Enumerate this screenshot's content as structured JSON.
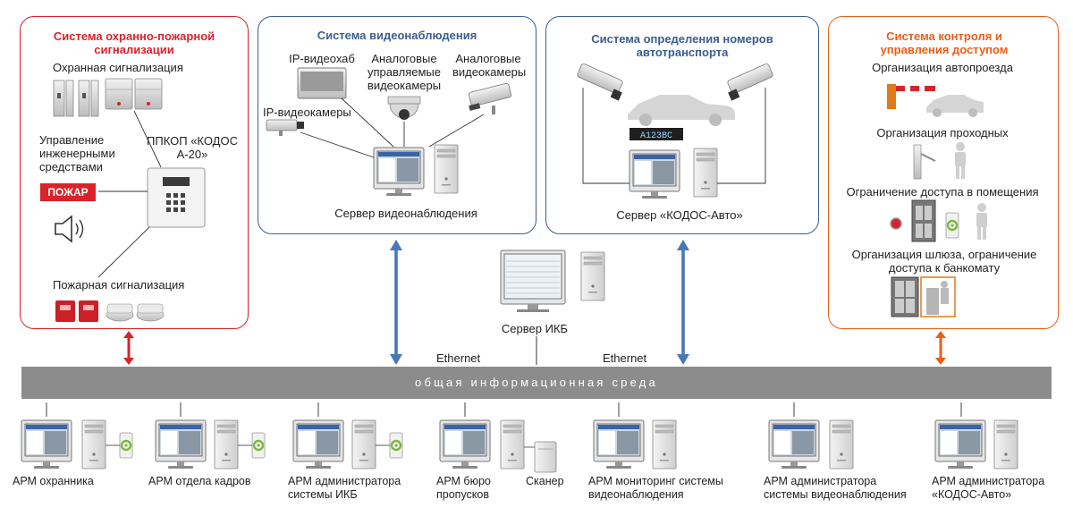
{
  "colors": {
    "red": "#d8232a",
    "blue": "#3b5e8f",
    "orange": "#e85f17",
    "bus": "#8c8c8c",
    "arrow_blue": "#4a78b5"
  },
  "fire_panel": {
    "title": "Система охранно-пожарной сигнализации",
    "security_alarm": "Охранная сигнализация",
    "engineering": "Управление инженерными средствами",
    "controller": "ППКОП «КОДОС А-20»",
    "fire_button": "ПОЖАР",
    "fire_alarm": "Пожарная сигнализация",
    "icons": [
      "door-sensor-icon",
      "motion-sensor-icon",
      "siren-speaker-icon",
      "fire-detector-icon",
      "smoke-detector-icon",
      "controller-box-icon"
    ]
  },
  "video_panel": {
    "title": "Система видеонаблюдения",
    "ip_hub": "IP-видеохаб",
    "ptz_cameras": "Аналоговые управляемые видеокамеры",
    "analog_cameras": "Аналоговые видеокамеры",
    "ip_cameras": "IP-видеокамеры",
    "server": "Сервер видеонаблюдения"
  },
  "lpr_panel": {
    "title": "Система определения номеров автотранспорта",
    "server": "Сервер «КОДОС-Авто»",
    "plate_display": "A123BC"
  },
  "access_panel": {
    "title": "Система контроля и управления доступом",
    "vehicle_entry": "Организация автопроезда",
    "turnstiles": "Организация проходных",
    "room_access": "Ограничение доступа в помещения",
    "gateway": "Организация шлюза, ограничение доступа к банкомату"
  },
  "center": {
    "ikb_server": "Сервер ИКБ",
    "ethernet_left": "Ethernet",
    "ethernet_right": "Ethernet"
  },
  "bus": {
    "label": "общая информационная среда"
  },
  "workstations": [
    {
      "label": "АРМ охранника",
      "reader": true
    },
    {
      "label": "АРМ отдела кадров",
      "reader": true
    },
    {
      "label": "АРМ администратора системы ИКБ",
      "reader": true
    },
    {
      "label": "АРМ бюро пропусков",
      "scanner": true
    },
    {
      "label": "Сканер"
    },
    {
      "label": "АРМ мониторинг системы видеонаблюдения"
    },
    {
      "label": "АРМ администратора системы видеонаблюдения"
    },
    {
      "label": "АРМ администратора «КОДОС-Авто»"
    }
  ]
}
